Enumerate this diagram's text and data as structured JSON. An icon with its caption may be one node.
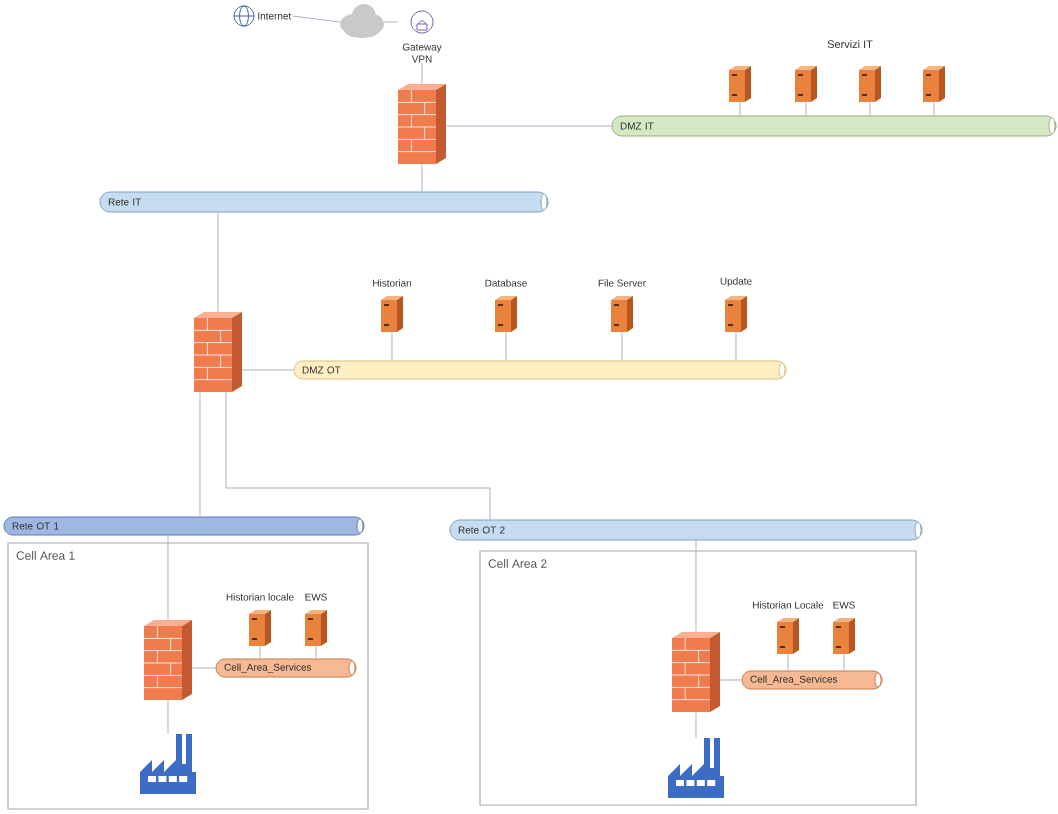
{
  "diagram": {
    "nodes": [
      {
        "text": [
          "Internet"
        ]
      },
      {
        "text": [],
        "shape": "cloud"
      },
      {
        "text": [
          "Gateway VPN"
        ]
      },
      {
        "text": [],
        "shape": "firewall"
      },
      {
        "text": [
          "DMZ IT"
        ]
      },
      {
        "text": [],
        "shape": "server"
      },
      {
        "text": [],
        "shape": "server"
      },
      {
        "text": [],
        "shape": "server"
      },
      {
        "text": [],
        "shape": "server"
      },
      {
        "text": [
          "Rete IT"
        ]
      },
      {
        "text": [],
        "shape": "firewall"
      },
      {
        "text": [
          "DMZ OT"
        ]
      },
      {
        "text": [],
        "shape": "server",
        "beside": [
          "Historian"
        ]
      },
      {
        "text": [],
        "shape": "server",
        "beside": [
          "Database"
        ]
      },
      {
        "text": [],
        "shape": "server",
        "beside": [
          "File Server"
        ]
      },
      {
        "text": [],
        "shape": "server",
        "beside": [
          "Update"
        ]
      },
      {
        "text": [
          "Rete OT 1"
        ]
      },
      {
        "text": [
          "Cell Area 1"
        ]
      },
      {
        "text": [],
        "shape": "server",
        "beside": [
          "Historian locale"
        ],
        "in": 17
      },
      {
        "text": [],
        "shape": "server",
        "beside": [
          "EWS"
        ],
        "in": 17
      },
      {
        "text": [],
        "shape": "firewall",
        "in": 17
      },
      {
        "text": [
          "Cell_Area_Services"
        ],
        "in": 17
      },
      {
        "text": [],
        "shape": "factory",
        "in": 17
      },
      {
        "text": [
          "Rete OT 2"
        ]
      },
      {
        "text": [
          "Cell Area 2"
        ]
      },
      {
        "text": [],
        "shape": "server",
        "beside": [
          "Historian Locale"
        ],
        "in": 24
      },
      {
        "text": [],
        "shape": "server",
        "beside": [
          "EWS"
        ],
        "in": 24
      },
      {
        "text": [],
        "shape": "firewall",
        "in": 24
      },
      {
        "text": [
          "Cell_Area_Services"
        ],
        "in": 24
      },
      {
        "text": [],
        "shape": "factory",
        "in": 24
      }
    ],
    "edges": [
      {
        "from": 0,
        "to": 1,
        "arrow": "none"
      },
      {
        "from": 1,
        "to": 2,
        "arrow": "none"
      },
      {
        "from": 2,
        "to": 3,
        "arrow": "none"
      },
      {
        "from": 3,
        "to": 4,
        "arrow": "none"
      },
      {
        "from": 5,
        "to": 4,
        "arrow": "none"
      },
      {
        "from": 6,
        "to": 4,
        "arrow": "none"
      },
      {
        "from": 7,
        "to": 4,
        "arrow": "none"
      },
      {
        "from": 8,
        "to": 4,
        "arrow": "none"
      },
      {
        "from": 3,
        "to": 9,
        "arrow": "none"
      },
      {
        "from": 9,
        "to": 10,
        "arrow": "none"
      },
      {
        "from": 10,
        "to": 11,
        "arrow": "none"
      },
      {
        "from": 12,
        "to": 11,
        "arrow": "none"
      },
      {
        "from": 13,
        "to": 11,
        "arrow": "none"
      },
      {
        "from": 14,
        "to": 11,
        "arrow": "none"
      },
      {
        "from": 15,
        "to": 11,
        "arrow": "none"
      },
      {
        "from": 10,
        "to": 16,
        "arrow": "none"
      },
      {
        "from": 10,
        "to": 23,
        "arrow": "none"
      },
      {
        "from": 16,
        "to": 20,
        "arrow": "none"
      },
      {
        "from": 20,
        "to": 21,
        "arrow": "none"
      },
      {
        "from": 18,
        "to": 21,
        "arrow": "none"
      },
      {
        "from": 19,
        "to": 21,
        "arrow": "none"
      },
      {
        "from": 20,
        "to": 22,
        "arrow": "none"
      },
      {
        "from": 23,
        "to": 27,
        "arrow": "none"
      },
      {
        "from": 27,
        "to": 28,
        "arrow": "none"
      },
      {
        "from": 25,
        "to": 28,
        "arrow": "none"
      },
      {
        "from": 26,
        "to": 28,
        "arrow": "none"
      },
      {
        "from": 27,
        "to": 29,
        "arrow": "none"
      }
    ],
    "labels": [
      "Servizi IT"
    ]
  }
}
